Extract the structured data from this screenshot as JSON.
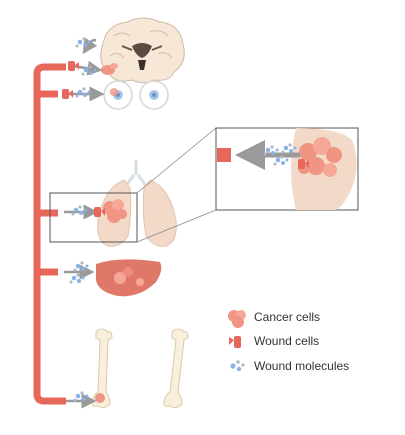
{
  "legend": {
    "cancer_cells": "Cancer cells",
    "wound_cells": "Wound cells",
    "wound_molecules": "Wound molecules"
  },
  "colors": {
    "wound_line": "#e8675b",
    "cancer": "#f09484",
    "organ": "#f3dac8",
    "liver": "#e0786a",
    "arrow": "#9a9a9a",
    "molecule_blue": "#8ab4e8",
    "molecule_grey": "#aeb9c8"
  },
  "regions": [
    "brain",
    "eyes",
    "lungs",
    "liver",
    "bones"
  ]
}
